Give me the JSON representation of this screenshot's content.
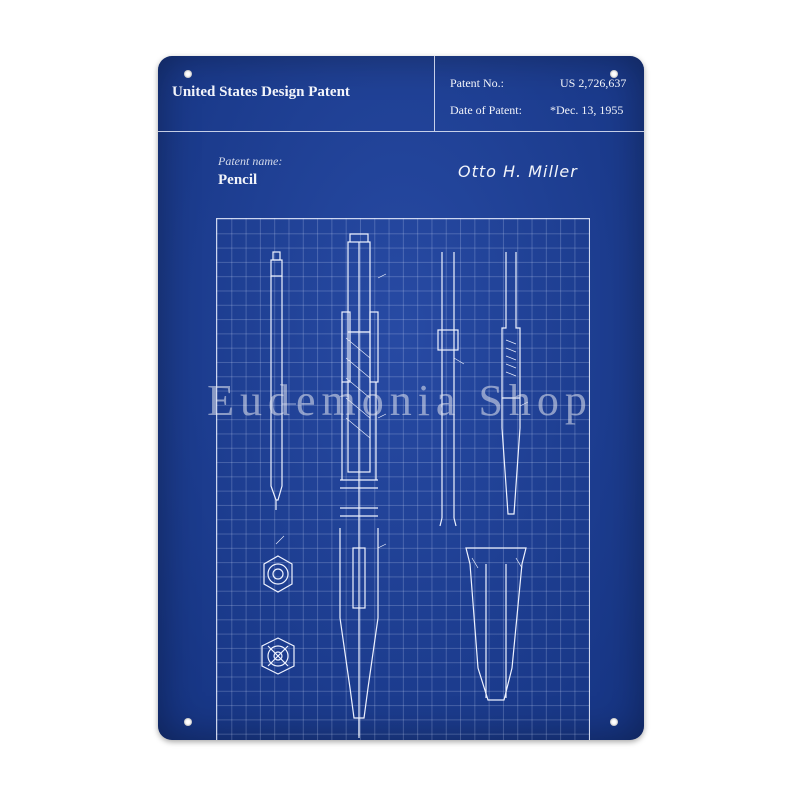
{
  "header": {
    "title": "United States Design Patent",
    "patent_no_label": "Patent No.:",
    "patent_no_value": "US 2,726,637",
    "date_label": "Date of Patent:",
    "date_value": "*Dec. 13, 1955"
  },
  "patent": {
    "name_label": "Patent name:",
    "name": "Pencil",
    "inventor": "Otto H. Miller"
  },
  "watermark": "Eudemonia Shop",
  "colors": {
    "background": "#1a3f9e",
    "lines": "#f2f4fa",
    "page": "#ffffff"
  }
}
